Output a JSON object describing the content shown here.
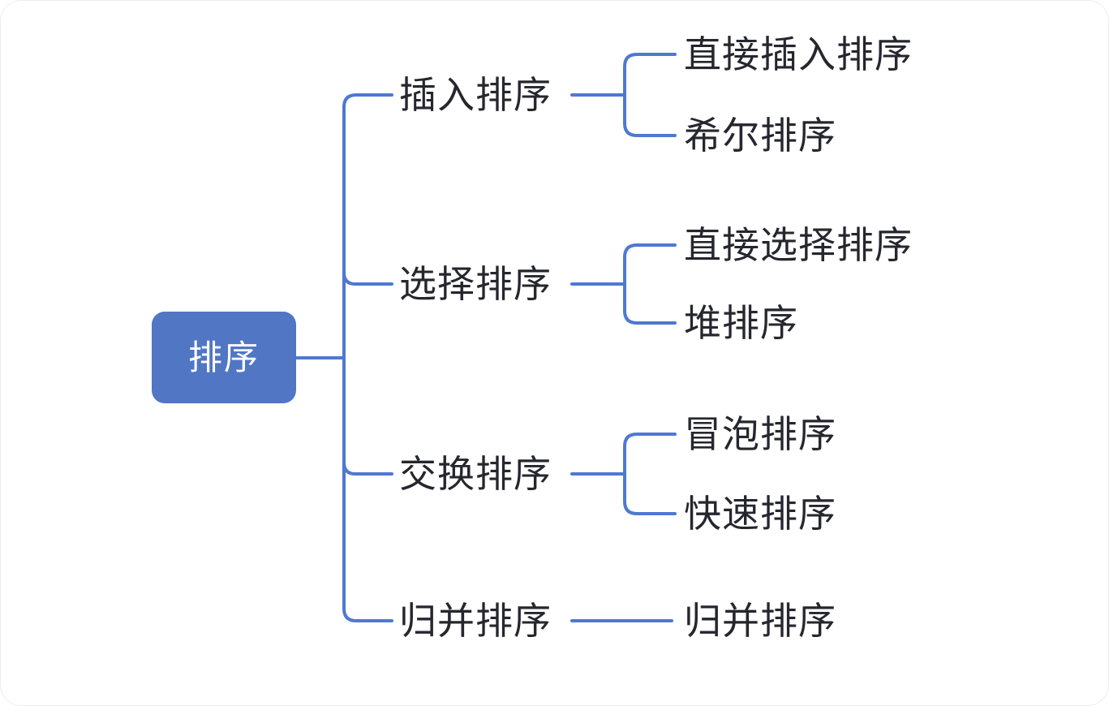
{
  "mindmap": {
    "root": {
      "label": "排序"
    },
    "branches": [
      {
        "label": "插入排序",
        "children": [
          {
            "label": "直接插入排序"
          },
          {
            "label": "希尔排序"
          }
        ]
      },
      {
        "label": "选择排序",
        "children": [
          {
            "label": "直接选择排序"
          },
          {
            "label": "堆排序"
          }
        ]
      },
      {
        "label": "交换排序",
        "children": [
          {
            "label": "冒泡排序"
          },
          {
            "label": "快速排序"
          }
        ]
      },
      {
        "label": "归并排序",
        "children": [
          {
            "label": "归并排序"
          }
        ]
      }
    ],
    "colors": {
      "root_node_fill": "#5076C4",
      "root_node_text": "#FFFFFF",
      "connector_line": "#4E79D1",
      "label_text": "#26262E",
      "background": "#FFFFFF"
    }
  }
}
